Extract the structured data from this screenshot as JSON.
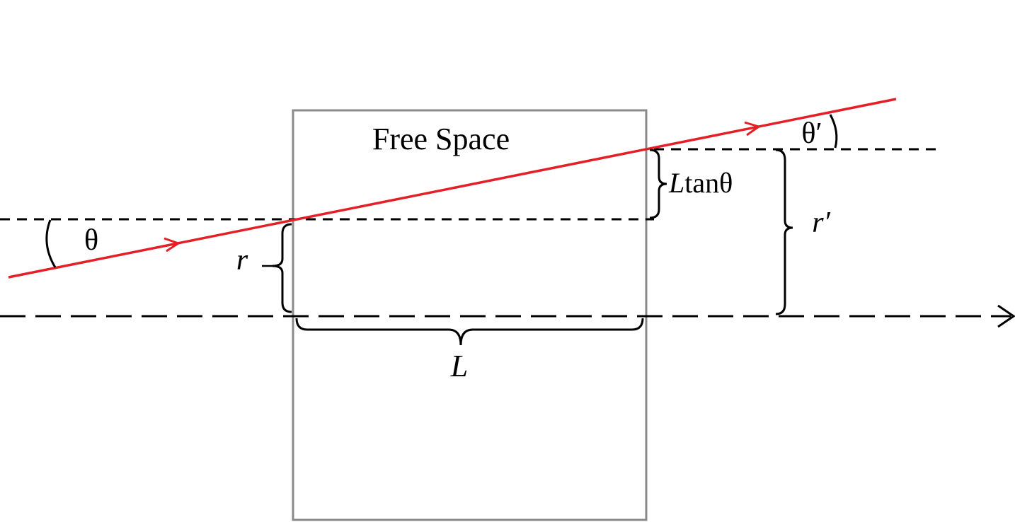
{
  "labels": {
    "box_title": "Free Space",
    "theta_in": "θ",
    "theta_out": "θ′",
    "r_in": "r",
    "r_out": "r′",
    "length": "L",
    "delta_prefix": "L",
    "delta_func": "tan",
    "delta_angle": "θ"
  },
  "colors": {
    "ray": "#e32027",
    "box": "#8a8a8a",
    "ink": "#000000"
  }
}
